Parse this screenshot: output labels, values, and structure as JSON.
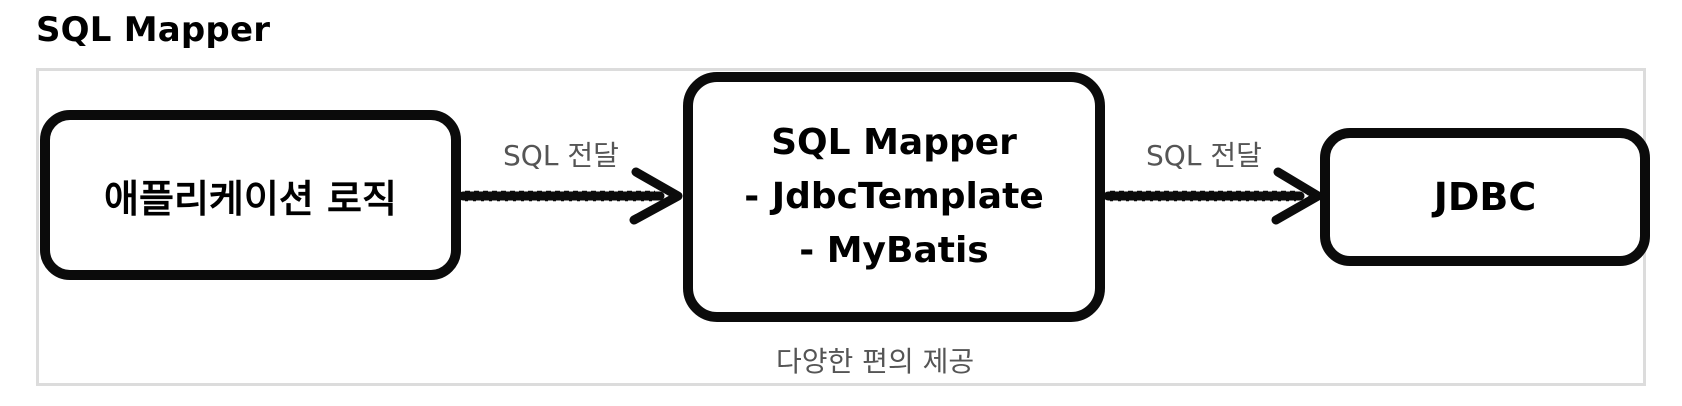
{
  "title": "SQL Mapper",
  "nodes": {
    "application": {
      "label": "애플리케이션 로직"
    },
    "mapper": {
      "lines": [
        "SQL Mapper",
        "- JdbcTemplate",
        "- MyBatis"
      ]
    },
    "jdbc": {
      "label": "JDBC"
    }
  },
  "edges": [
    {
      "from": "application",
      "to": "mapper",
      "label": "SQL 전달"
    },
    {
      "from": "mapper",
      "to": "jdbc",
      "label": "SQL 전달"
    }
  ],
  "caption": "다양한 편의 제공",
  "colors": {
    "node_border": "#0b0b0b",
    "frame_border": "#dcdcdc",
    "label_text": "#555555"
  }
}
